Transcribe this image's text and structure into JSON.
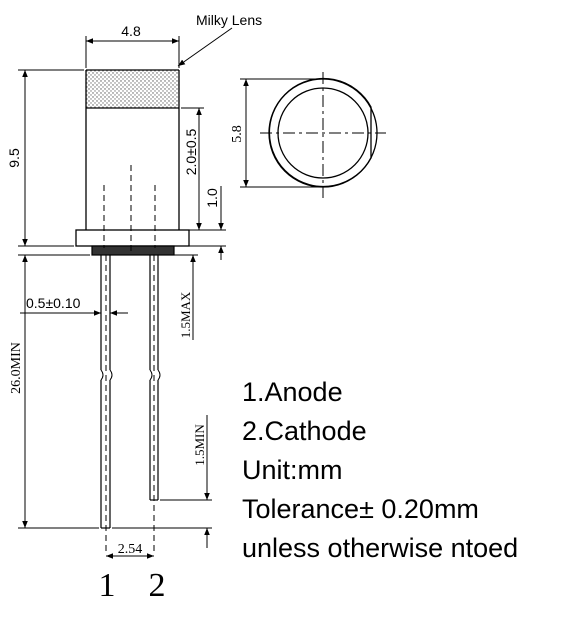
{
  "dimensions": {
    "lens_diameter": "4.8",
    "total_height": "9.5",
    "lens_to_flange": "2.0±0.5",
    "flange_thickness": "1.0",
    "flange_diameter": "5.8",
    "lead_diameter": "0.5±0.10",
    "bend_max": "1.5MAX",
    "lead_length": "26.0MIN",
    "lead_end_min": "1.5MIN",
    "pitch": "2.54"
  },
  "callouts": {
    "lens_material": "Milky Lens"
  },
  "pin_numbers": [
    "1",
    "2"
  ],
  "notes": {
    "pin1": "1.Anode",
    "pin2": "2.Cathode",
    "unit": "Unit:mm",
    "tolerance": "Tolerance± 0.20mm",
    "remark": "unless otherwise ntoed"
  }
}
